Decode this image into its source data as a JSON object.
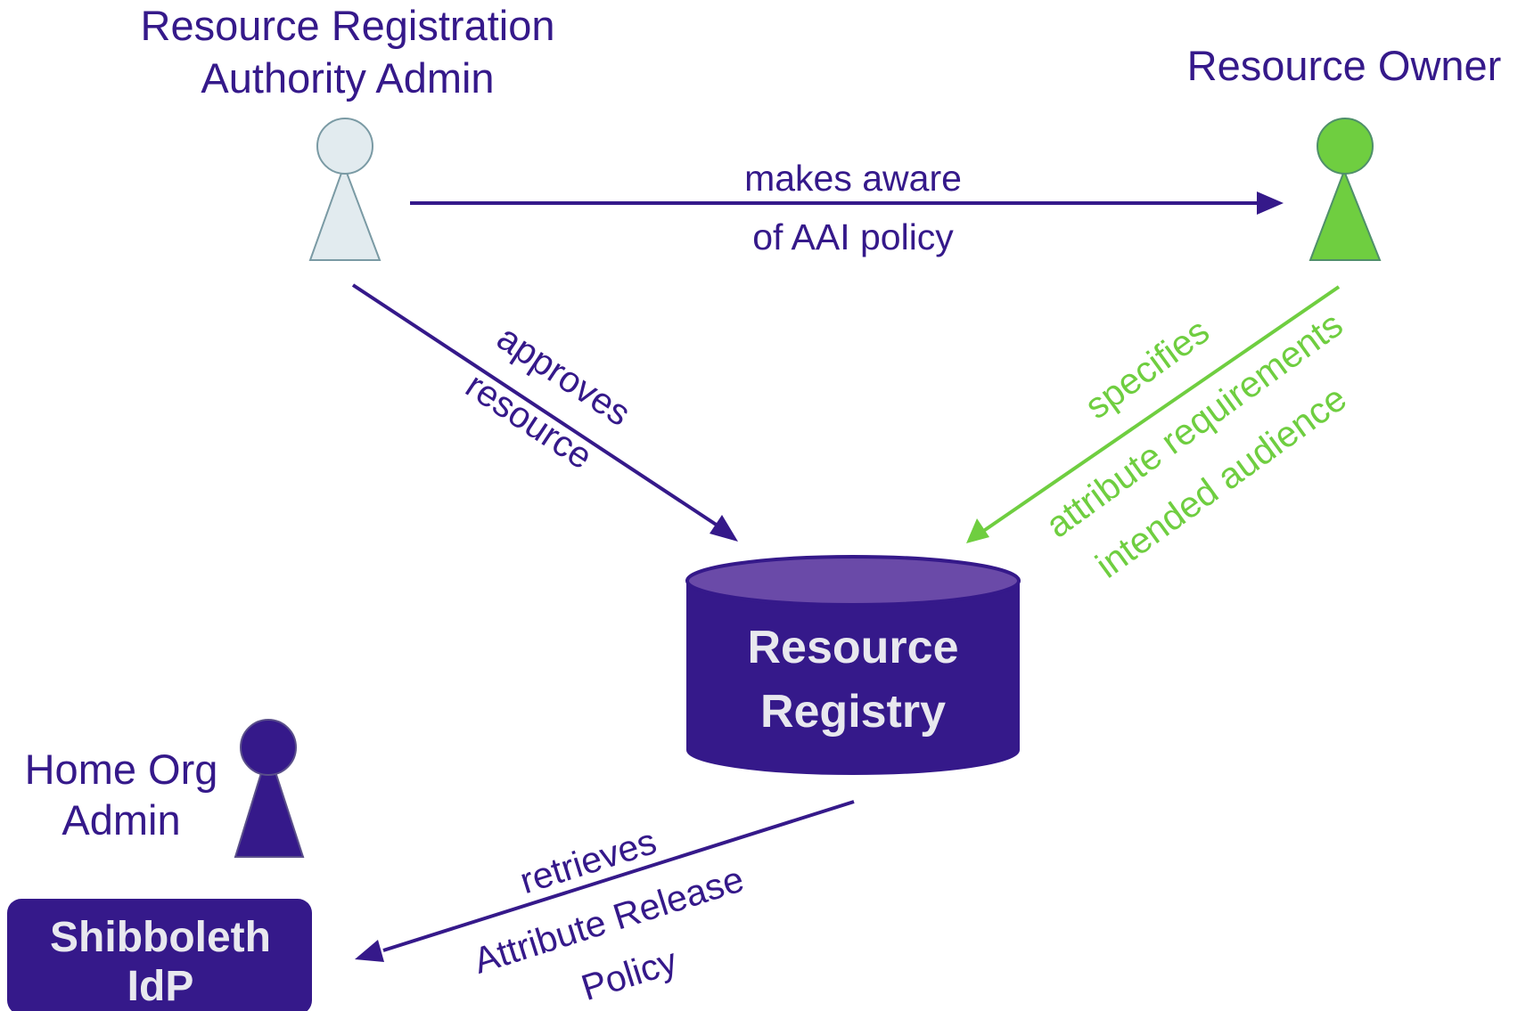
{
  "colors": {
    "primary": "#35198a",
    "accent": "#6fce40",
    "light_figure": "#e2ebef",
    "light_outline": "#7a9aa4",
    "db_top": "#6a4aa8",
    "box_text": "#e8e8ee",
    "background": "#ffffff"
  },
  "actors": {
    "registration_admin": {
      "line1": "Resource Registration",
      "line2": "Authority Admin"
    },
    "resource_owner": {
      "label": "Resource Owner"
    },
    "home_org_admin": {
      "line1": "Home Org",
      "line2": "Admin"
    }
  },
  "registry": {
    "line1": "Resource",
    "line2": "Registry"
  },
  "idp": {
    "line1": "Shibboleth",
    "line2": "IdP"
  },
  "edges": {
    "makes_aware": {
      "line1": "makes aware",
      "line2": "of AAI policy"
    },
    "approves": {
      "line1": "approves",
      "line2": "resource"
    },
    "specifies": {
      "line1": "specifies",
      "line2": "attribute requirements",
      "line3": "intended audience"
    },
    "retrieves": {
      "line1": "retrieves",
      "line2": "Attribute Release",
      "line3": "Policy"
    }
  },
  "icons": [
    "person-icon",
    "database-icon",
    "arrow-icon"
  ]
}
